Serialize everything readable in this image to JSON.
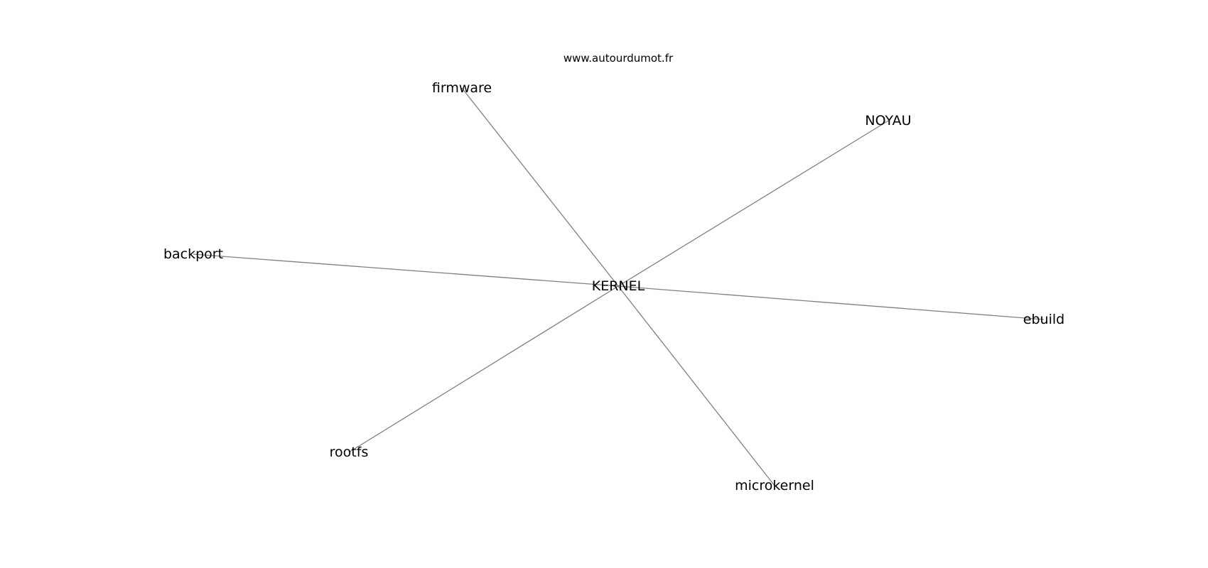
{
  "title": "www.autourdumot.fr",
  "center": {
    "id": "kernel",
    "label": "KERNEL"
  },
  "nodes": [
    {
      "id": "firmware",
      "label": "firmware"
    },
    {
      "id": "noyau",
      "label": "NOYAU"
    },
    {
      "id": "backport",
      "label": "backport"
    },
    {
      "id": "ebuild",
      "label": "ebuild"
    },
    {
      "id": "rootfs",
      "label": "rootfs"
    },
    {
      "id": "microkernel",
      "label": "microkernel"
    }
  ],
  "edges": [
    [
      "kernel",
      "firmware"
    ],
    [
      "kernel",
      "noyau"
    ],
    [
      "kernel",
      "backport"
    ],
    [
      "kernel",
      "ebuild"
    ],
    [
      "kernel",
      "rootfs"
    ],
    [
      "kernel",
      "microkernel"
    ]
  ],
  "colors": {
    "edge": "#808080",
    "text": "#000000"
  }
}
